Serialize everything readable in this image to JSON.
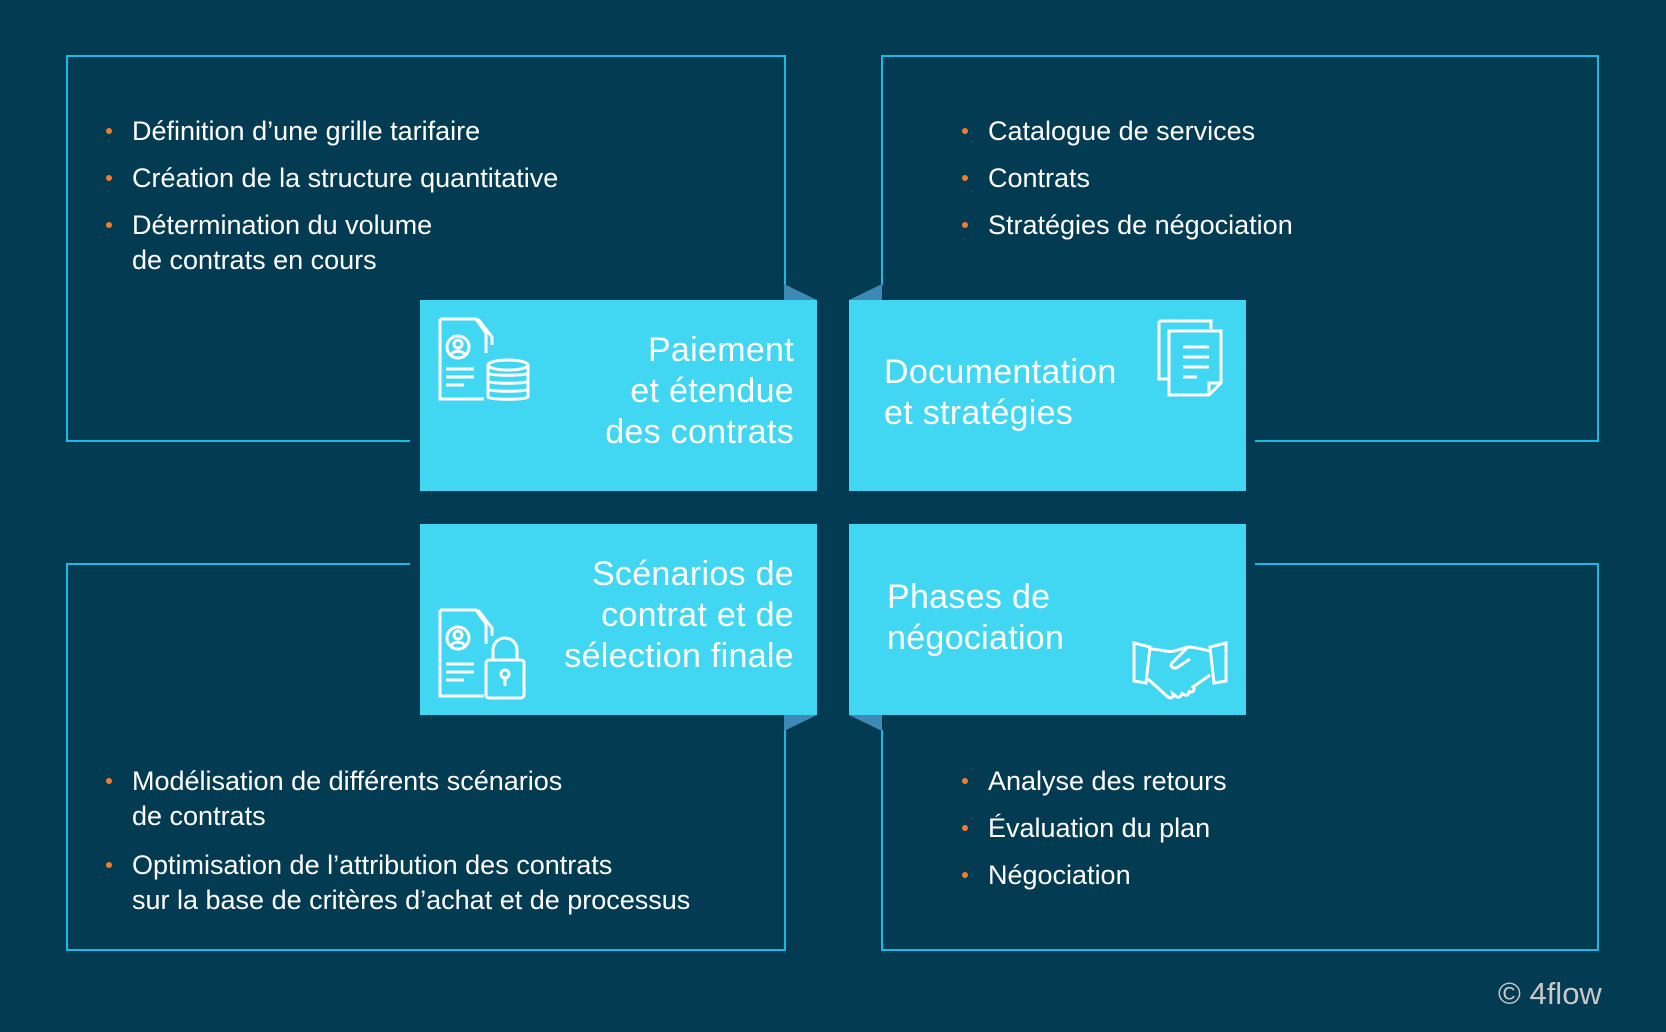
{
  "quadrants": [
    {
      "title_lines": [
        "Paiement",
        "et étendue",
        "des contrats"
      ],
      "icon": "contract-coins-icon",
      "bullets": [
        {
          "lines": [
            "Définition d’une grille tarifaire"
          ]
        },
        {
          "lines": [
            "Création de la structure quantitative"
          ]
        },
        {
          "lines": [
            "Détermination du volume",
            "de contrats en cours"
          ]
        }
      ]
    },
    {
      "title_lines": [
        "Documentation",
        "et stratégies"
      ],
      "icon": "documents-icon",
      "bullets": [
        {
          "lines": [
            "Catalogue de services"
          ]
        },
        {
          "lines": [
            "Contrats"
          ]
        },
        {
          "lines": [
            "Stratégies de négociation"
          ]
        }
      ]
    },
    {
      "title_lines": [
        "Scénarios de",
        "contrat et de",
        "sélection finale"
      ],
      "icon": "contract-lock-icon",
      "bullets": [
        {
          "lines": [
            "Modélisation de différents scénarios",
            "de contrats"
          ]
        },
        {
          "lines": [
            "Optimisation de l’attribution des contrats",
            "sur la base de critères d’achat et de processus"
          ]
        }
      ]
    },
    {
      "title_lines": [
        "Phases de",
        "négociation"
      ],
      "icon": "handshake-icon",
      "bullets": [
        {
          "lines": [
            "Analyse des retours"
          ]
        },
        {
          "lines": [
            "Évaluation du plan"
          ]
        },
        {
          "lines": [
            "Négociation"
          ]
        }
      ]
    }
  ],
  "copyright": "© 4flow",
  "colors": {
    "background": "#033b52",
    "frame": "#1cb9e2",
    "tile": "#41d6f1",
    "bullet": "#f27b2f"
  }
}
